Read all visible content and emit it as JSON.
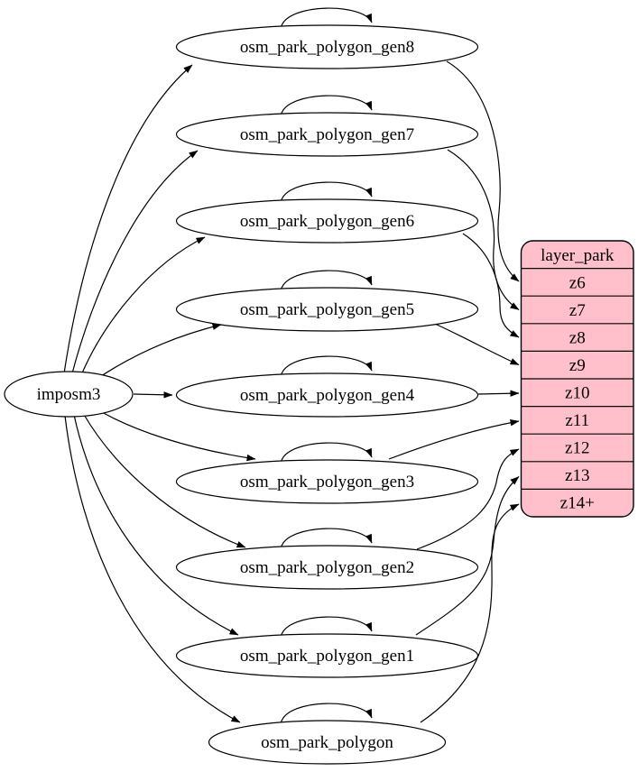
{
  "diagram": {
    "kind": "etl-graph",
    "source": {
      "label": "imposm3"
    },
    "tables": [
      {
        "label": "osm_park_polygon_gen8",
        "edge_to": "z6"
      },
      {
        "label": "osm_park_polygon_gen7",
        "edge_to": "z7"
      },
      {
        "label": "osm_park_polygon_gen6",
        "edge_to": "z8"
      },
      {
        "label": "osm_park_polygon_gen5",
        "edge_to": "z9"
      },
      {
        "label": "osm_park_polygon_gen4",
        "edge_to": "z10"
      },
      {
        "label": "osm_park_polygon_gen3",
        "edge_to": "z11"
      },
      {
        "label": "osm_park_polygon_gen2",
        "edge_to": "z12"
      },
      {
        "label": "osm_park_polygon_gen1",
        "edge_to": "z13"
      },
      {
        "label": "osm_park_polygon",
        "edge_to": "z14+"
      }
    ],
    "layer": {
      "header": "layer_park",
      "rows": [
        "z6",
        "z7",
        "z8",
        "z9",
        "z10",
        "z11",
        "z12",
        "z13",
        "z14+"
      ]
    },
    "colors": {
      "layer_fill": "#ffc0cb",
      "node_fill": "#ffffff",
      "stroke": "#000000"
    }
  }
}
